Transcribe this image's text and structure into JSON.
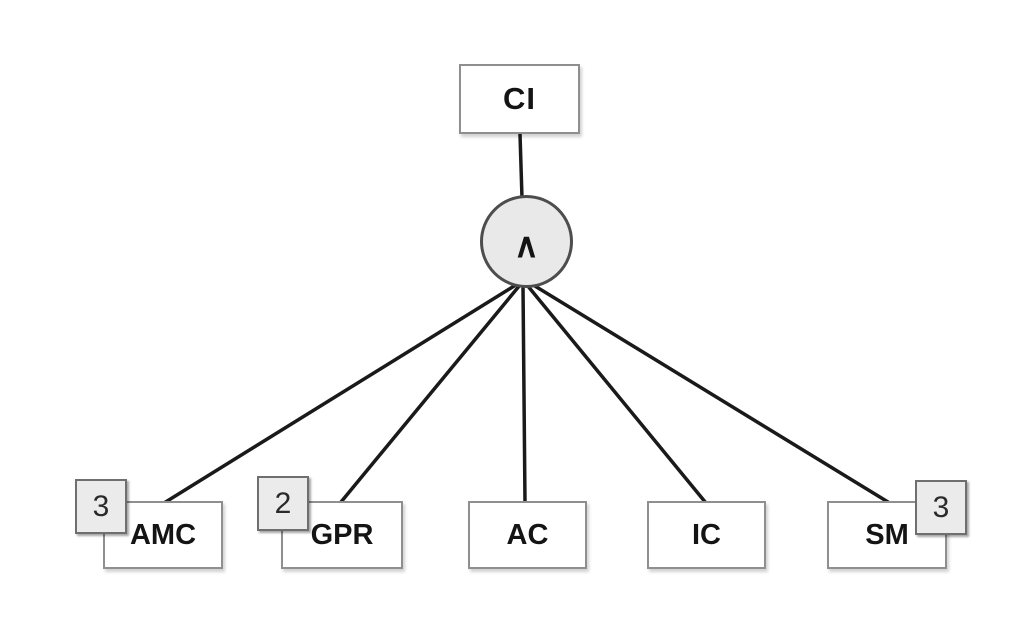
{
  "diagram": {
    "root": {
      "label": "CI"
    },
    "operator": {
      "symbol": "∧"
    },
    "children": [
      {
        "label": "AMC",
        "badge": "3"
      },
      {
        "label": "GPR",
        "badge": "2"
      },
      {
        "label": "AC"
      },
      {
        "label": "IC"
      },
      {
        "label": "SM",
        "badge": "3"
      }
    ],
    "colors": {
      "background": "#ffffff",
      "box_fill": "#ffffff",
      "box_border": "#8f8f8f",
      "badge_fill": "#ebebeb",
      "badge_border": "#6f6f6f",
      "circle_fill": "#e9e9e9",
      "circle_border": "#4d4d4d",
      "edge_line": "#1a1a1a",
      "text": "#141414"
    }
  }
}
